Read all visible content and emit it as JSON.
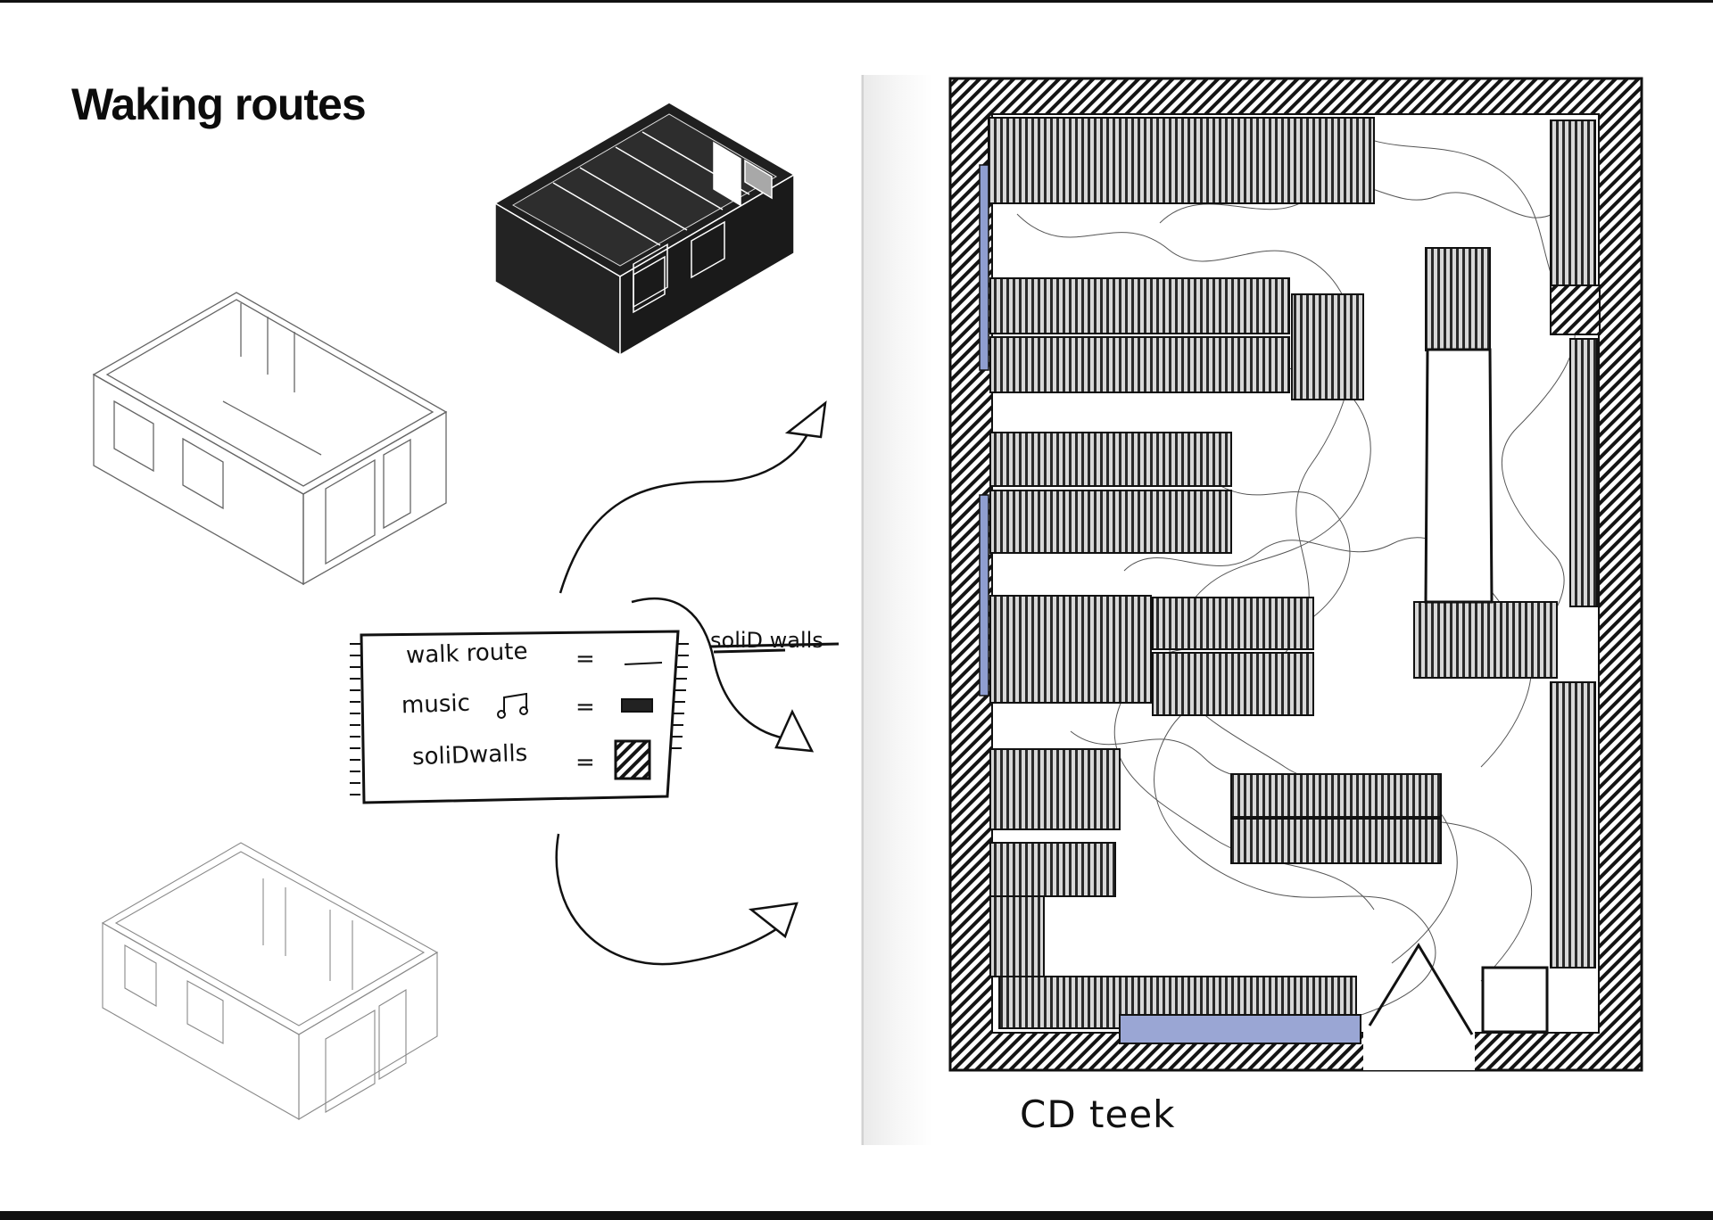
{
  "page": {
    "title": "Waking routes"
  },
  "legend": {
    "rows": [
      {
        "label": "walk route",
        "symbol": "line"
      },
      {
        "label": "music",
        "symbol": "filled-bar"
      },
      {
        "label": "soliDwalls",
        "symbol": "hatched-square"
      }
    ],
    "equals": "=",
    "crossed_text": "soliD walls"
  },
  "plan": {
    "caption": "CD teek"
  },
  "colors": {
    "ink": "#111111",
    "iso_fill": "#222222",
    "blue_accent": "#8f9ed0"
  }
}
